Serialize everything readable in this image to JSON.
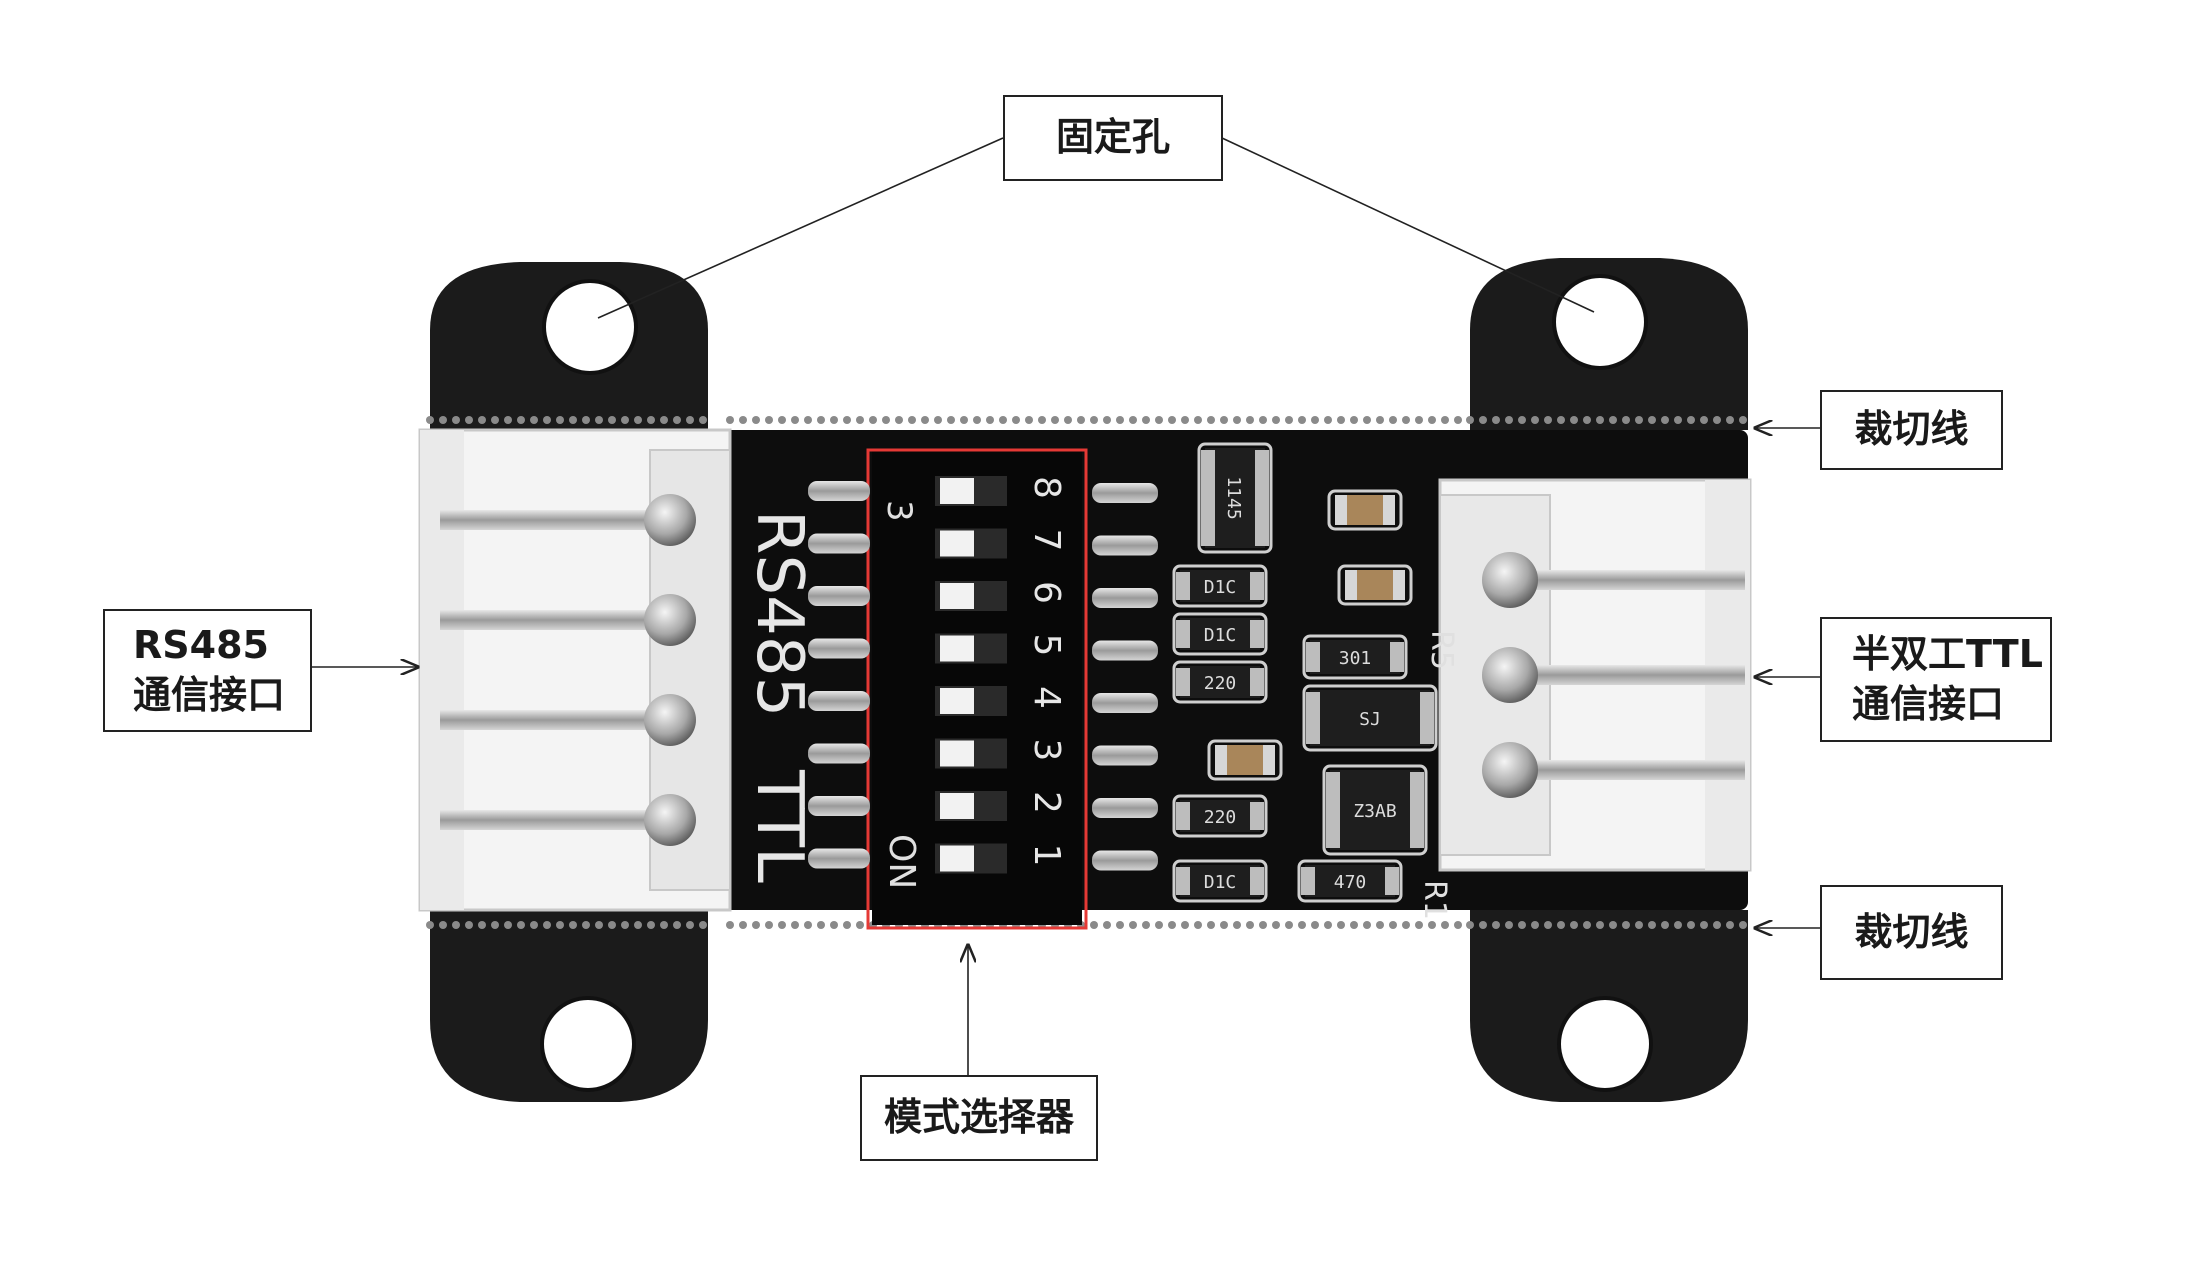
{
  "labels": {
    "mounting_hole": "固定孔",
    "cut_line_top": "裁切线",
    "cut_line_bottom": "裁切线",
    "rs485_port_line1": "RS485",
    "rs485_port_line2": "通信接口",
    "ttl_port_line1": "半双工TTL",
    "ttl_port_line2": "通信接口",
    "mode_selector": "模式选择器"
  },
  "board": {
    "silkscreen_rs485": "RS485",
    "silkscreen_ttl": "TTL",
    "switch_numbers": [
      "8",
      "7",
      "6",
      "5",
      "4",
      "3",
      "2",
      "1"
    ],
    "switch_on_text": "ON",
    "switch_top_text": "3",
    "components": {
      "ic_top": "1145",
      "cap_label_1": "D1C",
      "cap_label_2": "D1C",
      "res_220_a": "220",
      "res_301": "301",
      "diode_sj": "SJ",
      "res_220_b": "220",
      "res_d1c": "D1C",
      "res_470": "470",
      "ic_chip": "Z3AB",
      "silk_r5": "R5",
      "silk_r1": "R1"
    }
  },
  "colors": {
    "pcb": "#0d0d0d",
    "connector": "#f2f2f2",
    "dip_highlight": "#e53935",
    "pad": "#c9c9c9"
  }
}
